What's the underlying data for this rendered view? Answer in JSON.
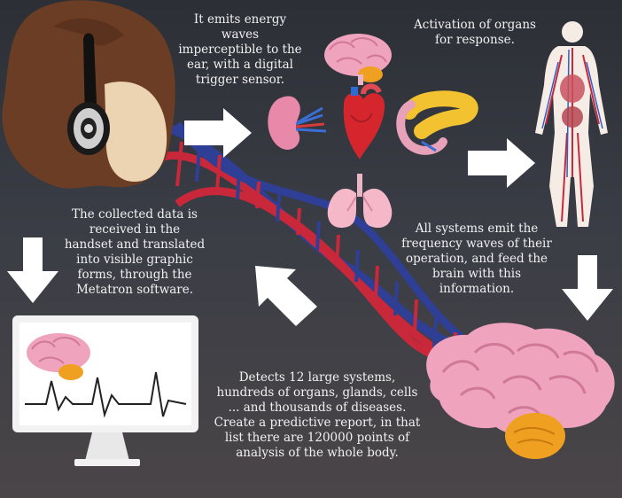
{
  "captions": {
    "emits": "It emits energy waves\nimperceptible to the\near, with a digital\ntrigger sensor.",
    "activation": "Activation of organs\nfor response.",
    "collected": "The collected data is\nreceived in the\nhandset and translated\ninto visible graphic\nforms, through the\nMetatron software.",
    "systems": "All systems emit the\nfrequency waves of their\noperation, and feed the\nbrain with this\ninformation.",
    "detects": "Detects 12 large systems,\nhundreds of organs, glands, cells\n... and thousands of diseases.\nCreate a predictive report, in that\nlist there are 120000 points of\nanalysis of the whole body."
  },
  "colors": {
    "background": "#34373e",
    "arrow": "#ffffff",
    "dna_red": "#c8283a",
    "dna_blue": "#2e3f95",
    "brain_pink": "#f0a3bd",
    "cerebellum": "#f0a020",
    "hair": "#6b3d24",
    "skin": "#ecd3b2"
  },
  "icons": [
    "headphones-icon",
    "brain-icon",
    "kidney-icon",
    "heart-icon",
    "lungs-icon",
    "pancreas-icon",
    "human-anatomy-icon",
    "monitor-icon",
    "dna-helix-icon",
    "arrow-icon"
  ]
}
